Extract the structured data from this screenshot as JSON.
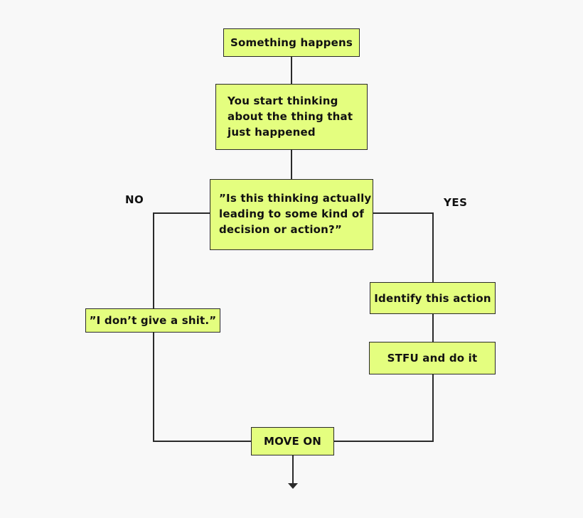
{
  "nodes": {
    "start": "Something happens",
    "thinking": [
      "You start thinking",
      "about the thing that",
      "just happened"
    ],
    "question": [
      "”Is this thinking actually",
      "leading to some kind of",
      "decision or action?”"
    ],
    "dont_care": "”I don’t give a shit.”",
    "identify": "Identify this action",
    "do_it": "STFU and do it",
    "move_on": "MOVE ON"
  },
  "branches": {
    "no": "NO",
    "yes": "YES"
  },
  "colors": {
    "box_fill": "#e4fe7f",
    "stroke": "#2a2a2a",
    "background": "#f8f8f8"
  }
}
